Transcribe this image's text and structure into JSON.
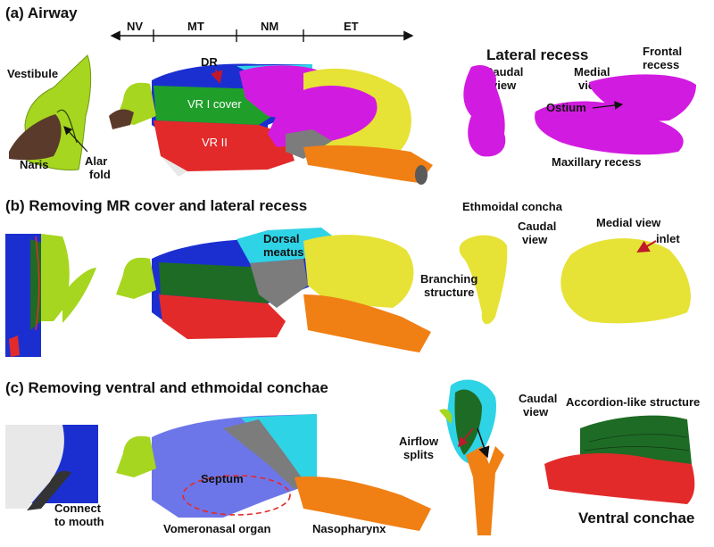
{
  "panels": {
    "a": {
      "title": "(a) Airway",
      "regions": [
        "NV",
        "MT",
        "NM",
        "ET"
      ],
      "labels": {
        "vestibule": "Vestibule",
        "naris": "Naris",
        "alar_fold_1": "Alar",
        "alar_fold_2": "fold",
        "dr": "DR",
        "vr1_cover": "VR I cover",
        "vr2": "VR II",
        "lateral_recess": "Lateral recess",
        "caudal_view_1": "Caudal",
        "caudal_view_2": "view",
        "medial_view_1": "Medial",
        "medial_view_2": "view",
        "frontal_recess_1": "Frontal",
        "frontal_recess_2": "recess",
        "ostium": "Ostium",
        "maxillary_recess": "Maxillary recess"
      }
    },
    "b": {
      "title": "(b) Removing MR cover and lateral recess",
      "labels": {
        "dorsal_meatus_1": "Dorsal",
        "dorsal_meatus_2": "meatus",
        "ethmoidal_concha": "Ethmoidal concha",
        "caudal_view_1": "Caudal",
        "caudal_view_2": "view",
        "branching_1": "Branching",
        "branching_2": "structure",
        "medial_view": "Medial view",
        "inlet": "inlet"
      }
    },
    "c": {
      "title": "(c) Removing ventral and ethmoidal conchae",
      "labels": {
        "connect_1": "Connect",
        "connect_2": "to mouth",
        "septum": "Septum",
        "vomeronasal": "Vomeronasal organ",
        "nasopharynx": "Nasopharynx",
        "caudal_view_1": "Caudal",
        "caudal_view_2": "view",
        "airflow_1": "Airflow",
        "airflow_2": "splits",
        "accordion": "Accordion-like structure",
        "ventral_conchae": "Ventral conchae"
      }
    }
  },
  "colors": {
    "nv_green": "#a6d61f",
    "naris_brown": "#5a3a2a",
    "mt_blue": "#1b2fd1",
    "vr1_green": "#1f9f2a",
    "vr2_red": "#e32a2a",
    "magenta": "#d21be0",
    "yellow": "#e6e236",
    "cyan": "#2fd3e6",
    "gray": "#7c7c7c",
    "orange": "#f07f14",
    "dark_green": "#1e6b25",
    "light_blue": "#6d76e8"
  }
}
